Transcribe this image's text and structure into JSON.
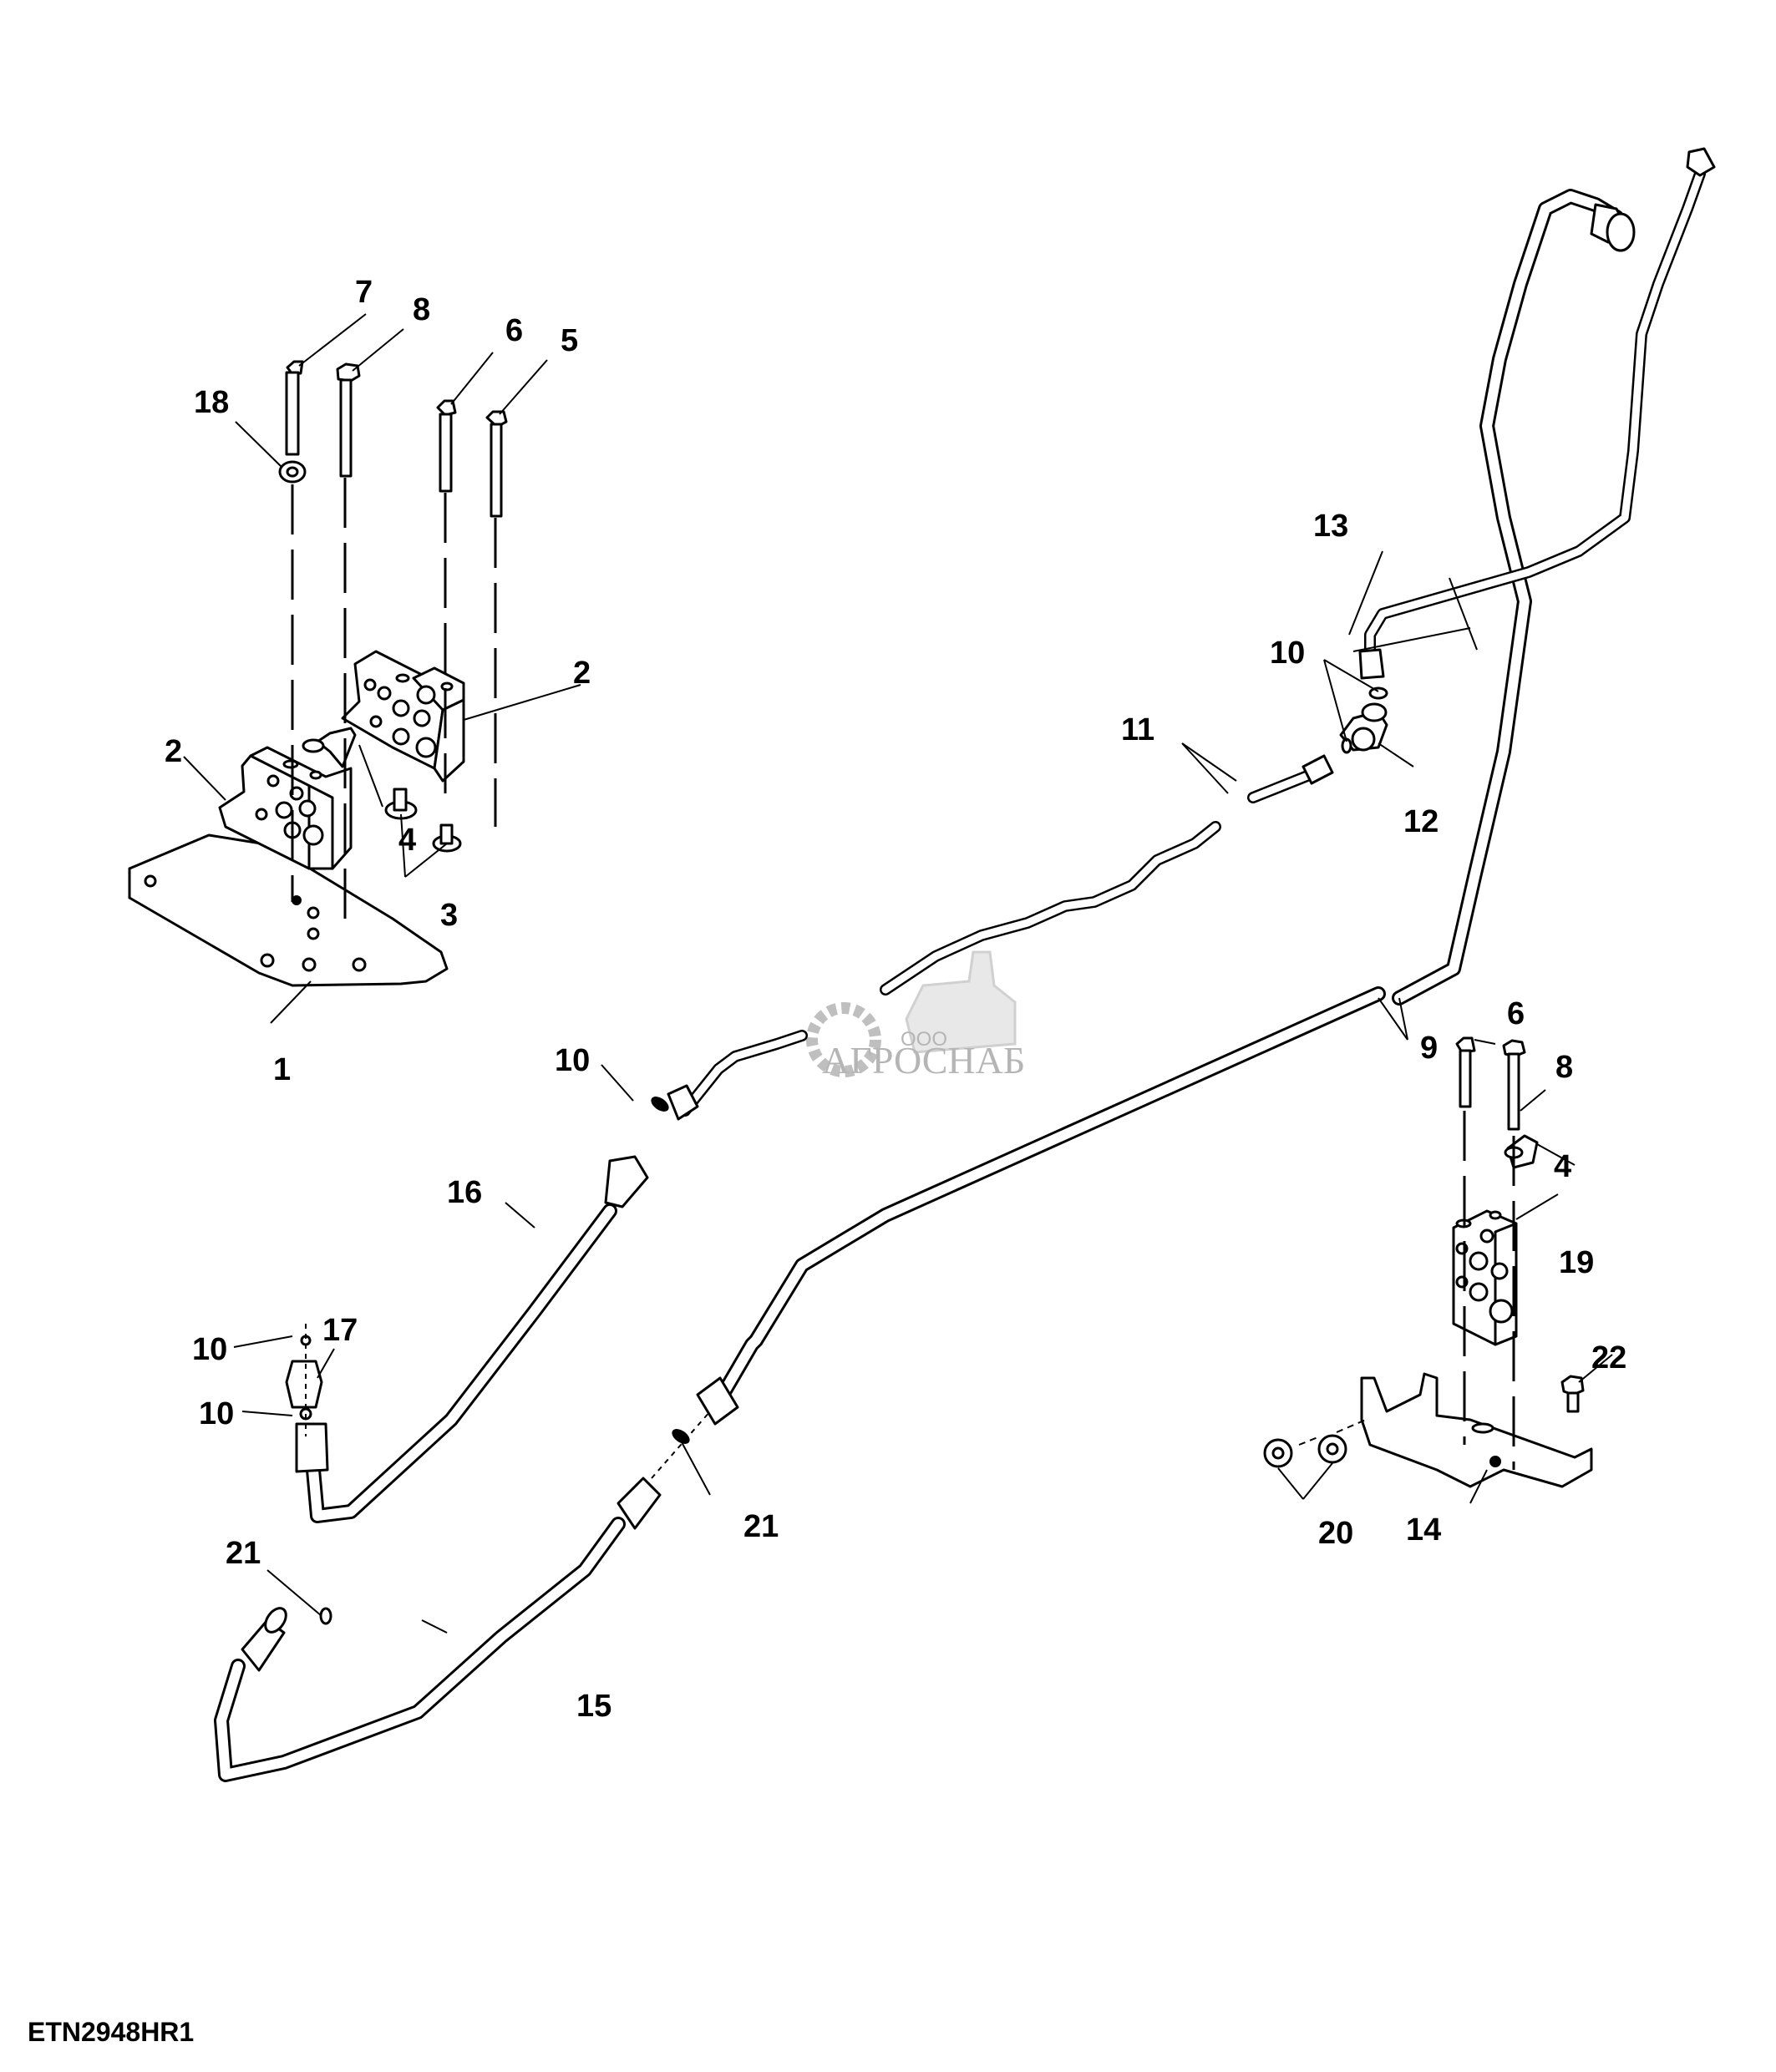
{
  "diagram": {
    "figure_id": "ETN2948HR1",
    "watermark": {
      "prefix": "ООО",
      "name": "АГРОСНАБ",
      "color": "#a9a9a9"
    },
    "callouts": [
      {
        "id": "c1",
        "label": "1"
      },
      {
        "id": "c2a",
        "label": "2"
      },
      {
        "id": "c2b",
        "label": "2"
      },
      {
        "id": "c3",
        "label": "3"
      },
      {
        "id": "c4a",
        "label": "4"
      },
      {
        "id": "c4b",
        "label": "4"
      },
      {
        "id": "c5",
        "label": "5"
      },
      {
        "id": "c6a",
        "label": "6"
      },
      {
        "id": "c6b",
        "label": "6"
      },
      {
        "id": "c7",
        "label": "7"
      },
      {
        "id": "c8a",
        "label": "8"
      },
      {
        "id": "c8b",
        "label": "8"
      },
      {
        "id": "c9",
        "label": "9"
      },
      {
        "id": "c10a",
        "label": "10"
      },
      {
        "id": "c10b",
        "label": "10"
      },
      {
        "id": "c10c",
        "label": "10"
      },
      {
        "id": "c10d",
        "label": "10"
      },
      {
        "id": "c11",
        "label": "11"
      },
      {
        "id": "c12",
        "label": "12"
      },
      {
        "id": "c13",
        "label": "13"
      },
      {
        "id": "c14",
        "label": "14"
      },
      {
        "id": "c15",
        "label": "15"
      },
      {
        "id": "c16",
        "label": "16"
      },
      {
        "id": "c17",
        "label": "17"
      },
      {
        "id": "c18",
        "label": "18"
      },
      {
        "id": "c19",
        "label": "19"
      },
      {
        "id": "c20",
        "label": "20"
      },
      {
        "id": "c21a",
        "label": "21"
      },
      {
        "id": "c21b",
        "label": "21"
      },
      {
        "id": "c22",
        "label": "22"
      }
    ]
  }
}
